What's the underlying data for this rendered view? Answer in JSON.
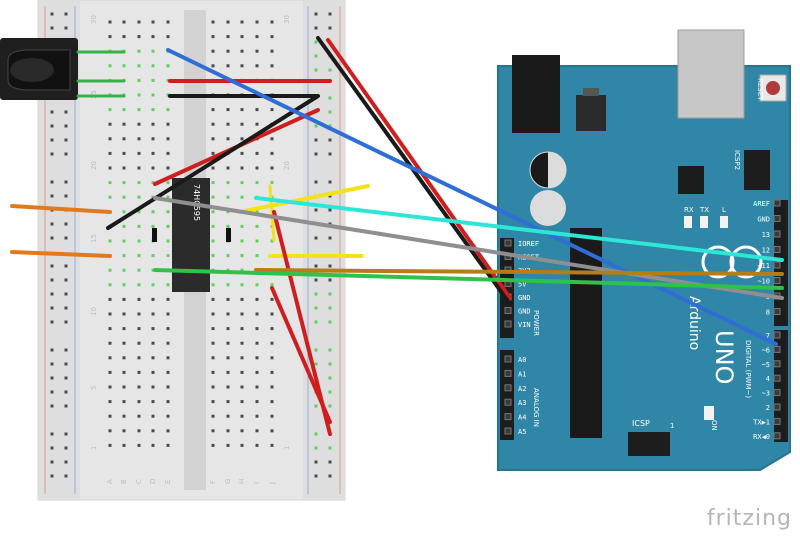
{
  "breadboard": {
    "row_numbers": [
      "30",
      "25",
      "20",
      "15",
      "10",
      "5",
      "1"
    ],
    "column_letters": [
      "J",
      "I",
      "H",
      "G",
      "F",
      "E",
      "D",
      "C",
      "B",
      "A"
    ],
    "bottom_letters": [
      "A",
      "B",
      "C",
      "D",
      "E",
      "F",
      "G",
      "H",
      "I",
      "J"
    ]
  },
  "chip": {
    "label": "74HC595"
  },
  "arduino": {
    "model": "UNO",
    "brand": "Arduino",
    "reset_label": "RESET",
    "icsp2_label": "ICSP2",
    "icsp_label": "ICSP",
    "tx_label": "TX",
    "rx_label": "RX",
    "l_label": "L",
    "on_label": "ON",
    "power_label": "POWER",
    "analog_label": "ANALOG IN",
    "digital_label": "DIGITAL (PWM~)",
    "power_pins": [
      "IOREF",
      "RESET",
      "3V3",
      "5V",
      "GND",
      "GND",
      "VIN"
    ],
    "analog_pins": [
      "A0",
      "A1",
      "A2",
      "A3",
      "A4",
      "A5"
    ],
    "digital_top": [
      "AREF",
      "GND",
      "13",
      "12",
      "~11",
      "~10",
      "~9",
      "8"
    ],
    "digital_bottom": [
      "7",
      "~6",
      "~5",
      "4",
      "~3",
      "2",
      "TX▶1",
      "RX◀0"
    ],
    "icsp_pin1": "1"
  },
  "footer": {
    "logo": "fritzing"
  }
}
